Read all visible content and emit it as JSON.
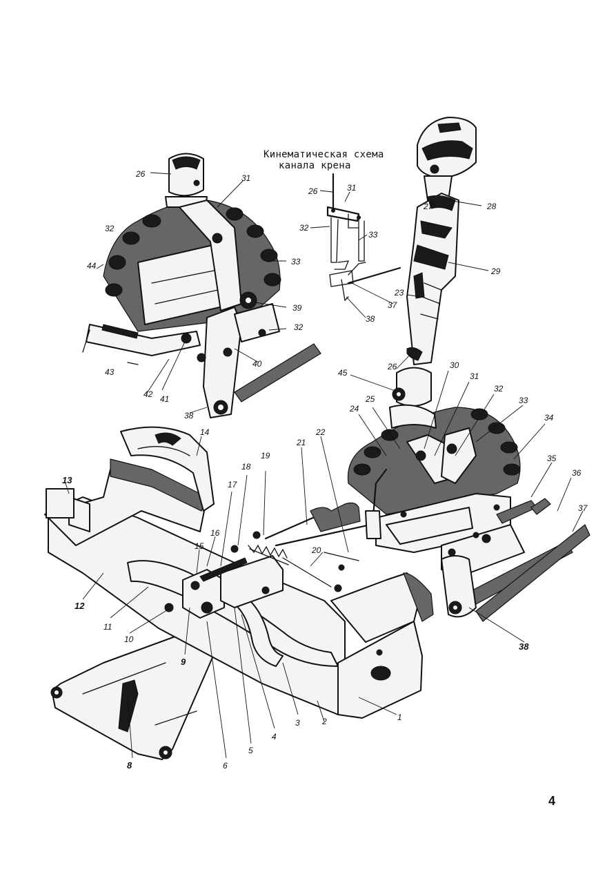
{
  "caption": {
    "line1": "Кинематическая схема",
    "line2": "канала крена"
  },
  "page_number": "4",
  "labels": {
    "l1": "1",
    "l2": "2",
    "l3": "3",
    "l4": "4",
    "l5": "5",
    "l6": "6",
    "l8": "8",
    "l9": "9",
    "l10": "10",
    "l11": "11",
    "l12": "12",
    "l13": "13",
    "l14": "14",
    "l15": "15",
    "l16": "16",
    "l17": "17",
    "l18": "18",
    "l19": "19",
    "l20": "20",
    "l21": "21",
    "l22": "22",
    "l23": "23",
    "l24": "24",
    "l25": "25",
    "l26a": "26",
    "l26b": "26",
    "l26c": "26",
    "l27": "27",
    "l28": "28",
    "l29": "29",
    "l30": "30",
    "l31a": "31",
    "l31b": "31",
    "l31c": "31",
    "l32a": "32",
    "l32b": "32",
    "l32c": "32",
    "l32d": "32",
    "l33a": "33",
    "l33b": "33",
    "l33c": "33",
    "l34": "34",
    "l35": "35",
    "l36": "36",
    "l37a": "37",
    "l37b": "37",
    "l38a": "38",
    "l38b": "38",
    "l38c": "38",
    "l39": "39",
    "l40": "40",
    "l41": "41",
    "l42": "42",
    "l43": "43",
    "l44": "44",
    "l45": "45"
  }
}
